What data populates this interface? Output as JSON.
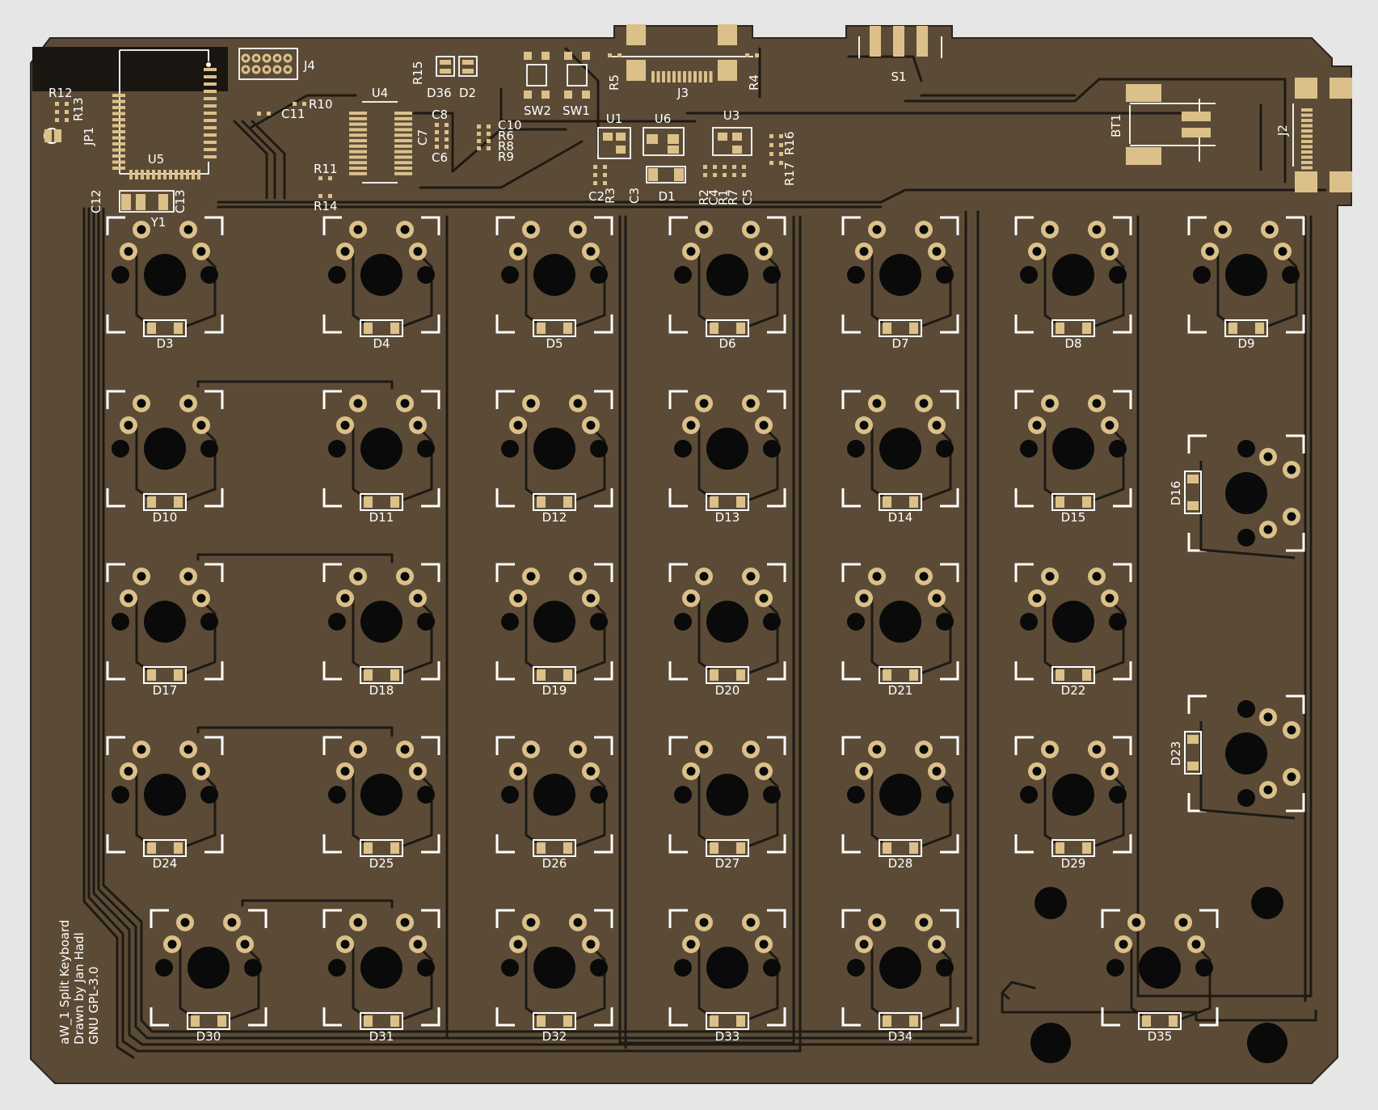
{
  "board": {
    "title_lines": [
      "aW_1 Split Keyboard",
      "Drawn by Jan Hadl",
      "GNU GPL-3.0"
    ],
    "colors": {
      "background": "#e6e6e6",
      "board": "#5b4b36",
      "trace": "#1d1a14",
      "pad": "#dcc08a",
      "silk": "#ffffff",
      "hole": "#0a0a0a"
    }
  },
  "switch_rows": [
    {
      "diodes": [
        "D3",
        "D4",
        "D5",
        "D6",
        "D7",
        "D8",
        "D9"
      ]
    },
    {
      "diodes": [
        "D10",
        "D11",
        "D12",
        "D13",
        "D14",
        "D15"
      ]
    },
    {
      "diodes": [
        "D17",
        "D18",
        "D19",
        "D20",
        "D21",
        "D22"
      ]
    },
    {
      "diodes": [
        "D24",
        "D25",
        "D26",
        "D27",
        "D28",
        "D29"
      ]
    },
    {
      "diodes": [
        "D30",
        "D31",
        "D32",
        "D33",
        "D34",
        "D35"
      ]
    }
  ],
  "rotated_switches": [
    "D16",
    "D23"
  ],
  "components": {
    "U5": "U5",
    "U4": "U4",
    "U1": "U1",
    "U6": "U6",
    "U3": "U3",
    "J2": "J2",
    "J3": "J3",
    "J4": "J4",
    "S1": "S1",
    "BT1": "BT1",
    "SW1": "SW1",
    "SW2": "SW2",
    "Y1": "Y1",
    "JP1": "JP1",
    "D1": "D1",
    "D2": "D2",
    "D36": "D36",
    "R1": "R1",
    "R2": "R2",
    "R3": "R3",
    "R4": "R4",
    "R5": "R5",
    "R6": "R6",
    "R7": "R7",
    "R8": "R8",
    "R9": "R9",
    "R10": "R10",
    "R11": "R11",
    "R12": "R12",
    "R13": "R13",
    "R14": "R14",
    "R15": "R15",
    "R16": "R16",
    "R17": "R17",
    "C2": "C2",
    "C3": "C3",
    "C4": "C4",
    "C5": "C5",
    "C6": "C6",
    "C7": "C7",
    "C8": "C8",
    "C10": "C10",
    "C11": "C11",
    "C12": "C12",
    "C13": "C13"
  }
}
